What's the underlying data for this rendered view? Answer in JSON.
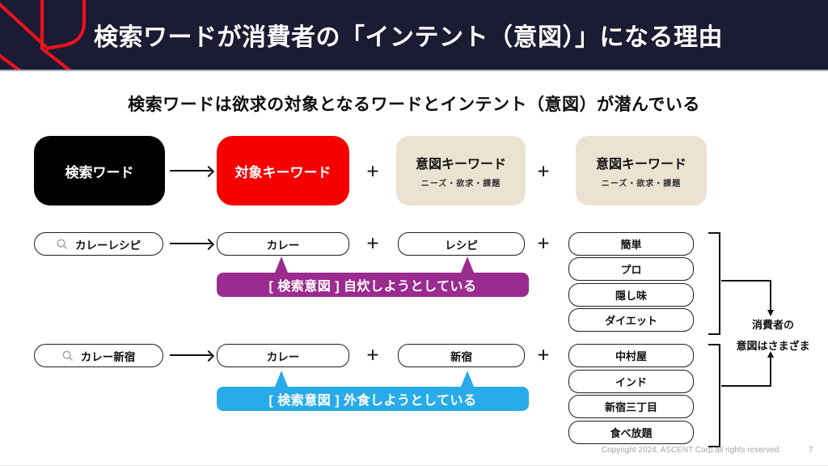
{
  "header": {
    "title": "検索ワードが消費者の「インテント（意図）」になる理由"
  },
  "subtitle": "検索ワードは欲求の対象となるワードとインテント（意図）が潜んでいる",
  "plus_sign": "+",
  "colors": {
    "header_bg": "#1b1b33",
    "logo_red": "#e8131d",
    "target_red": "#f60000",
    "intent_beige": "#ece2d1",
    "banner_purple": "#9b2b8f",
    "banner_blue": "#29abe9"
  },
  "row1": {
    "search_word": "検索ワード",
    "target_keyword": "対象キーワード",
    "intent_keyword_1": {
      "title": "意図キーワード",
      "subtitle": "ニーズ・欲求・課題"
    },
    "intent_keyword_2": {
      "title": "意図キーワード",
      "subtitle": "ニーズ・欲求・課題"
    }
  },
  "example1": {
    "query": "カレーレシピ",
    "target": "カレー",
    "intent": "レシピ",
    "intent_variations": [
      "簡単",
      "プロ",
      "隠し味",
      "ダイエット"
    ],
    "banner": "[ 検索意図 ] 自炊しようとしている"
  },
  "example2": {
    "query": "カレー新宿",
    "target": "カレー",
    "intent": "新宿",
    "intent_variations": [
      "中村屋",
      "インド",
      "新宿三丁目",
      "食べ放題"
    ],
    "banner": "[ 検索意図 ] 外食しようとしている"
  },
  "side_note": {
    "line1": "消費者の",
    "line2": "意図はさまざま"
  },
  "footer": {
    "copyright": "Copyright 2024. ASCENT Corp.all rights reserved.",
    "page_number": "7"
  }
}
